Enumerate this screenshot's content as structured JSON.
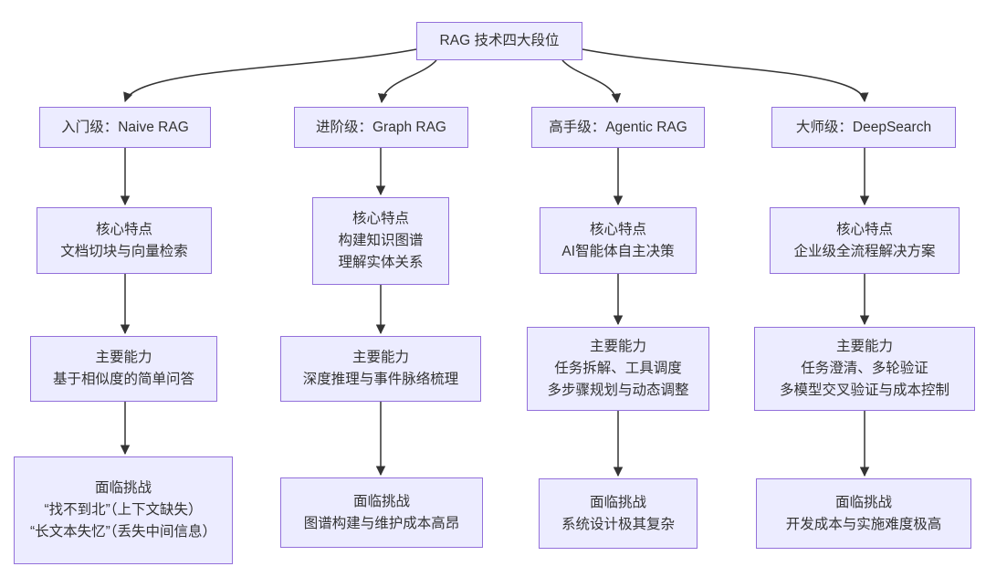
{
  "diagram": {
    "title": "RAG 技术四大段位",
    "columns": [
      {
        "level": "入门级：Naive RAG",
        "core": [
          "核心特点",
          "文档切块与向量检索"
        ],
        "ability": [
          "主要能力",
          "基于相似度的简单问答"
        ],
        "challenge": [
          "面临挑战",
          "“找不到北”（上下文缺失）",
          "“长文本失忆”（丢失中间信息）"
        ]
      },
      {
        "level": "进阶级：Graph RAG",
        "core": [
          "核心特点",
          "构建知识图谱",
          "理解实体关系"
        ],
        "ability": [
          "主要能力",
          "深度推理与事件脉络梳理"
        ],
        "challenge": [
          "面临挑战",
          "图谱构建与维护成本高昂"
        ]
      },
      {
        "level": "高手级：Agentic RAG",
        "core": [
          "核心特点",
          "AI智能体自主决策"
        ],
        "ability": [
          "主要能力",
          "任务拆解、工具调度",
          "多步骤规划与动态调整"
        ],
        "challenge": [
          "面临挑战",
          "系统设计极其复杂"
        ]
      },
      {
        "level": "大师级：DeepSearch",
        "core": [
          "核心特点",
          "企业级全流程解决方案"
        ],
        "ability": [
          "主要能力",
          "任务澄清、多轮验证",
          "多模型交叉验证与成本控制"
        ],
        "challenge": [
          "面临挑战",
          "开发成本与实施难度极高"
        ]
      }
    ]
  },
  "colors": {
    "node_fill": "#ECECFF",
    "node_border": "#9370DB",
    "edge": "#333333",
    "text": "#333333",
    "background": "#FFFFFF"
  }
}
